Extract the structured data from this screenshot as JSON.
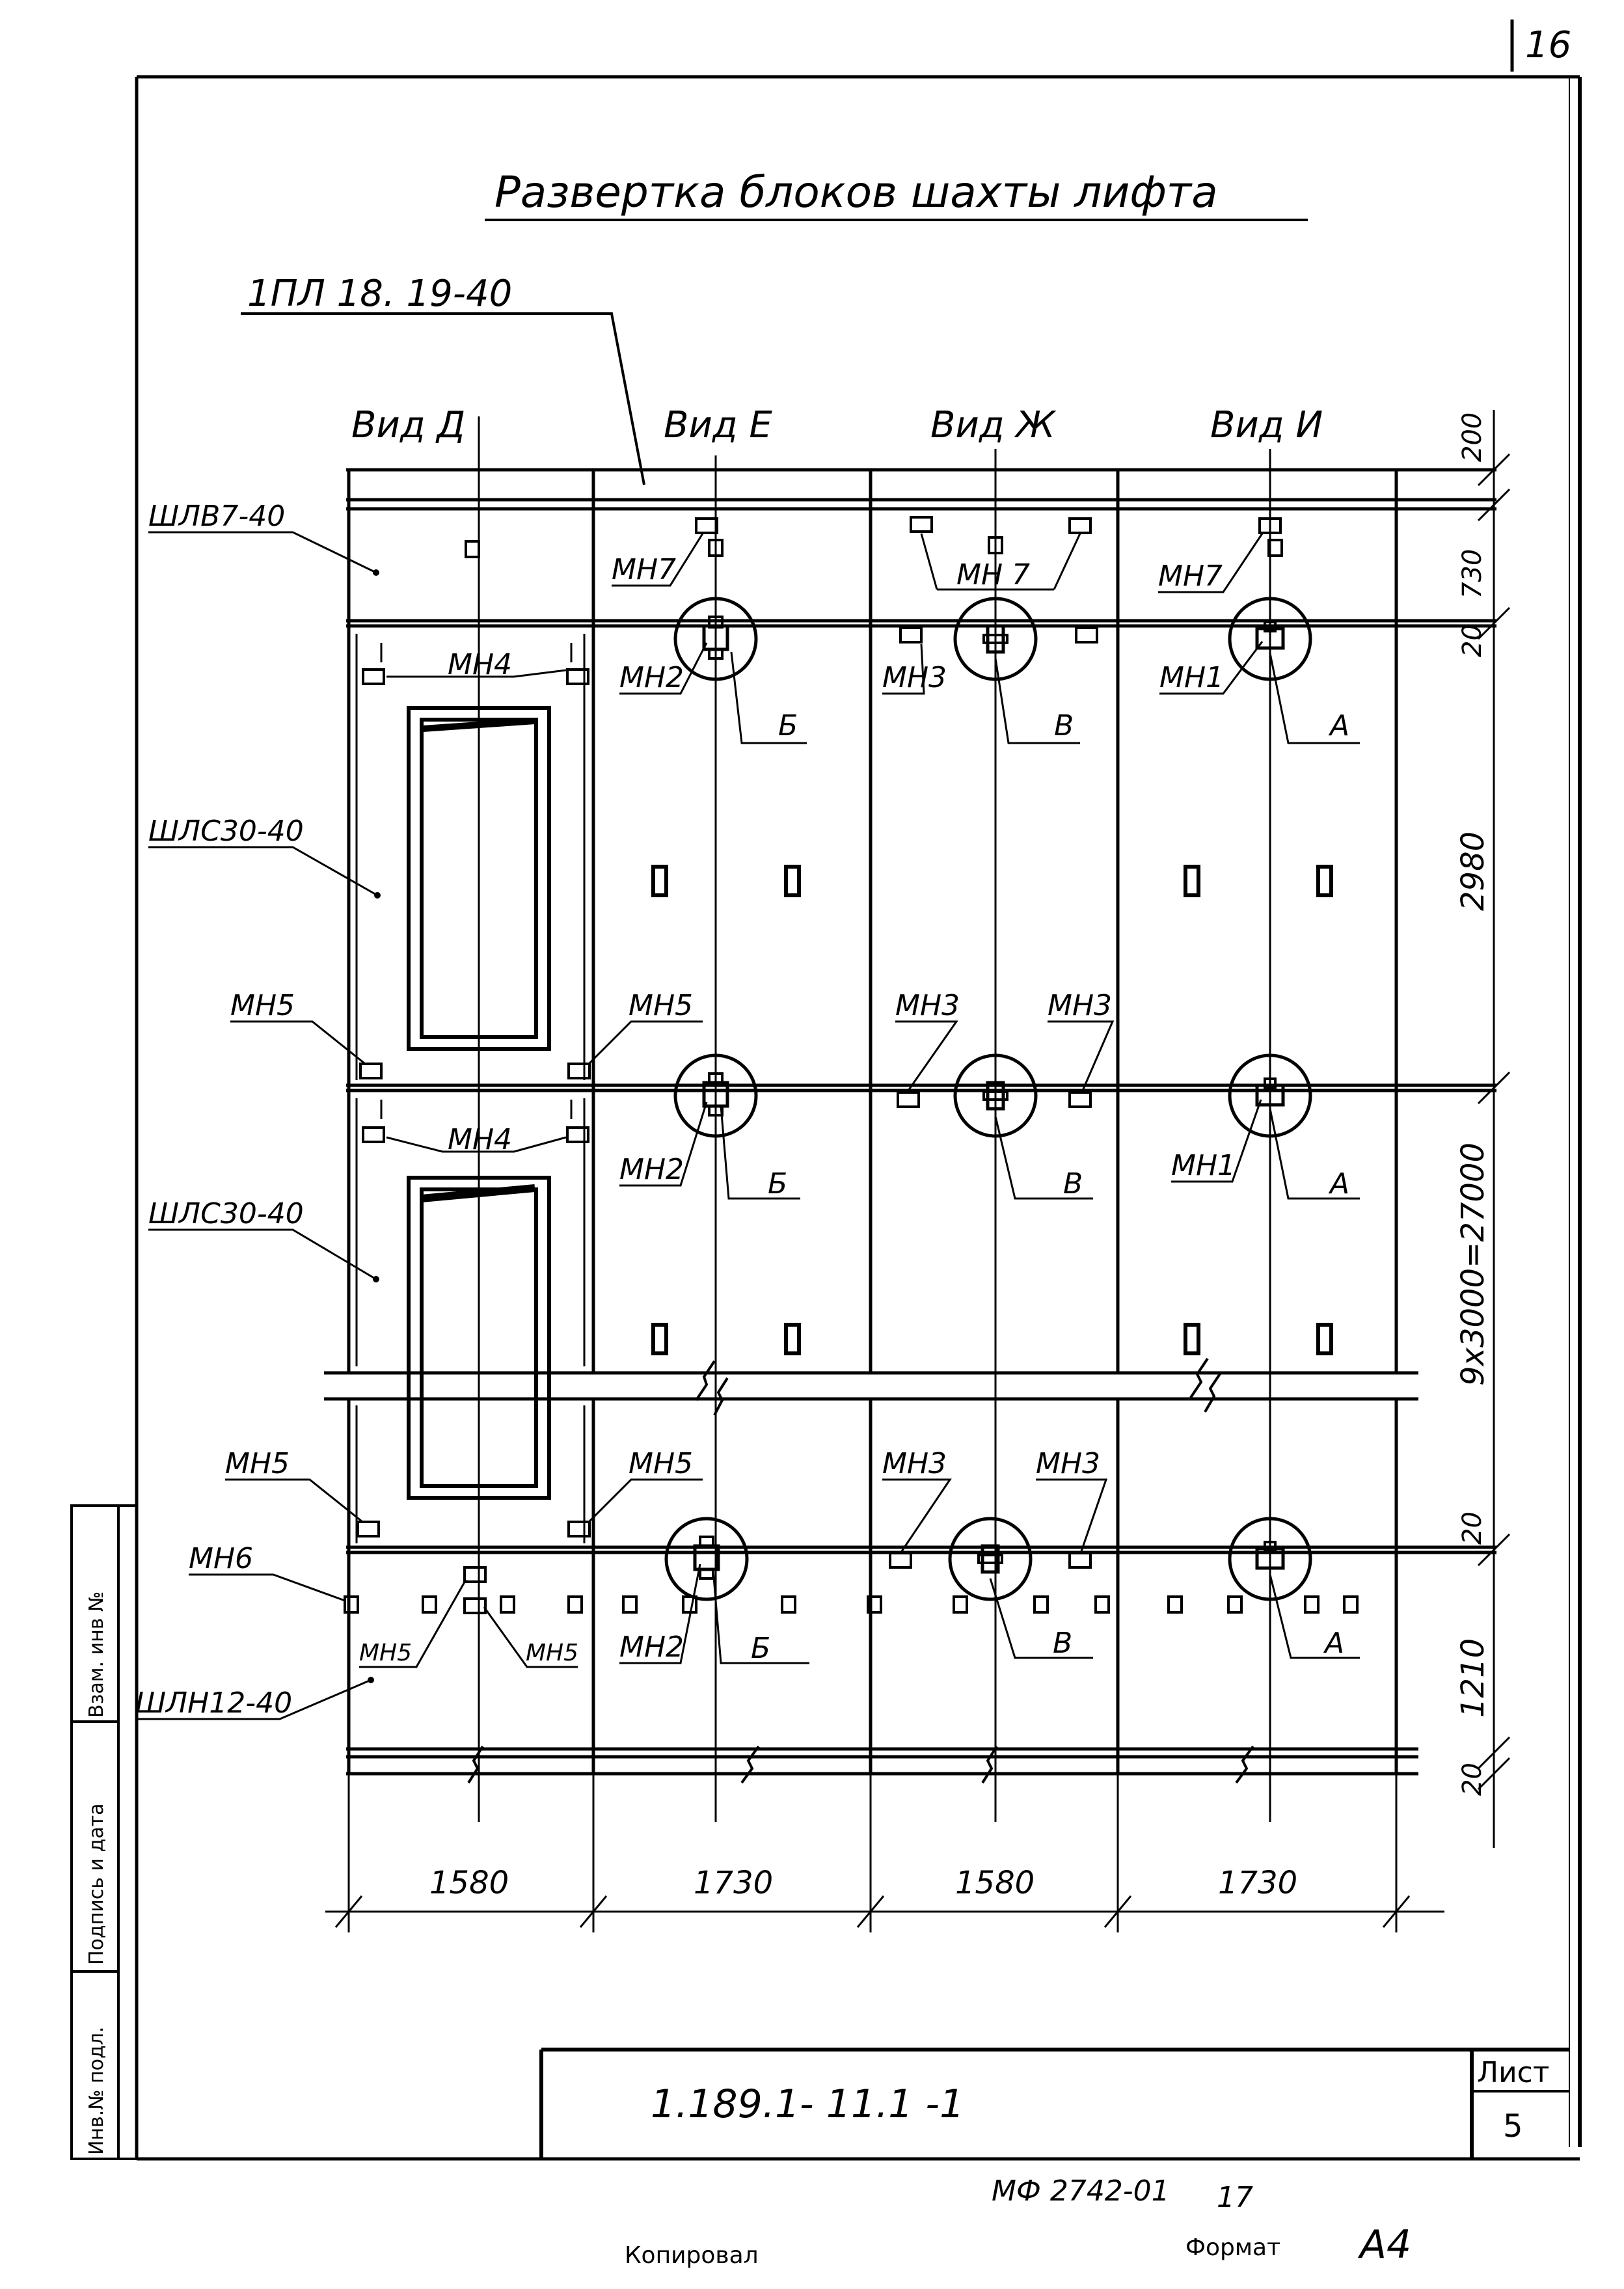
{
  "page_number": "16",
  "title": "Развертка блоков шахты лифта",
  "top_slab_label": "1ПЛ 18. 19-40",
  "views": [
    "Вид Д",
    "Вид Е",
    "Вид Ж",
    "Вид И"
  ],
  "block_labels": {
    "top_band": "ШЛВ7-40",
    "middle_1": "ШЛС30-40",
    "middle_2": "ШЛС30-40",
    "bottom": "ШЛН12-40"
  },
  "embed_labels": {
    "mn1": "МН1",
    "mn2": "МН2",
    "mn3": "МН3",
    "mn4": "МН4",
    "mn5": "МН5",
    "mn6": "МН6",
    "mn7": "МН7",
    "mn7_sp": "МН 7"
  },
  "node_labels": {
    "a": "А",
    "b": "Б",
    "v": "В"
  },
  "dims_horizontal": [
    "1580",
    "1730",
    "1580",
    "1730"
  ],
  "dims_vertical": {
    "d200": "200",
    "d730": "730",
    "d20a": "20",
    "d2980": "2980",
    "d_total": "9x3000=27000",
    "d20b": "20",
    "d1210": "1210",
    "d20c": "20"
  },
  "title_block": {
    "code": "1.189.1- 11.1 -1",
    "sheet_label": "Лист",
    "sheet_number": "5",
    "archive_code": "МФ 2742-01",
    "archive_suffix": "17",
    "copied_label": "Копировал",
    "format_label": "Формат",
    "format_value": "А4"
  },
  "side_stamp": [
    "Инв.№ подл.",
    "Подпись и дата",
    "Взам. инв №"
  ]
}
